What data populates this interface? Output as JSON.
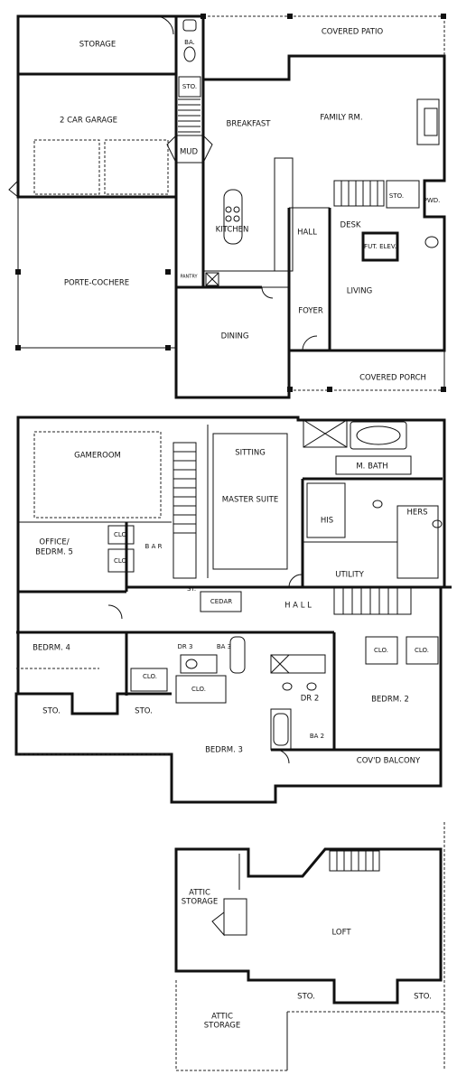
{
  "floor1": {
    "storage": "STORAGE",
    "covered_patio": "COVERED PATIO",
    "ba": "BA.",
    "sto_top": "STO.",
    "two_car_garage": "2 CAR GARAGE",
    "breakfast": "BREAKFAST",
    "family_rm": "FAMILY RM.",
    "mud": "MUD",
    "sto_stair": "STO.",
    "pwd": "PWD.",
    "kitchen": "KITCHEN",
    "hall": "HALL",
    "desk": "DESK",
    "fut_elev": "FUT. ELEV.",
    "porte_cochere": "PORTE-COCHERE",
    "pantry": "PANTRY",
    "living": "LIVING",
    "foyer": "FOYER",
    "dining": "DINING",
    "covered_porch": "COVERED PORCH"
  },
  "floor2": {
    "gameroom": "GAMEROOM",
    "sitting": "SITTING",
    "master_suite": "MASTER SUITE",
    "m_bath": "M. BATH",
    "his": "HIS",
    "hers": "HERS",
    "clo_a": "CLO.",
    "clo_b": "CLO.",
    "office": "OFFICE/",
    "bedrm5": "BEDRM. 5",
    "bar": "B A R",
    "utility": "UTILITY",
    "st": "ST.",
    "cedar": "CEDAR",
    "hall": "H A L L",
    "bedrm4": "BEDRM. 4",
    "dr3": "DR 3",
    "ba3": "BA 3",
    "clo_c": "CLO.",
    "clo_d": "CLO.",
    "clo_e": "CLO.",
    "clo_f": "CLO.",
    "sto_left": "STO.",
    "sto_mid": "STO.",
    "dr2": "DR 2",
    "ba2": "BA 2",
    "bedrm2": "BEDRM. 2",
    "bedrm3": "BEDRM. 3",
    "covd_balcony": "COV'D BALCONY"
  },
  "floor3": {
    "attic_storage_top_1": "ATTIC",
    "attic_storage_top_2": "STORAGE",
    "loft": "LOFT",
    "sto_left": "STO.",
    "sto_right": "STO.",
    "attic_storage_bottom_1": "ATTIC",
    "attic_storage_bottom_2": "STORAGE"
  }
}
